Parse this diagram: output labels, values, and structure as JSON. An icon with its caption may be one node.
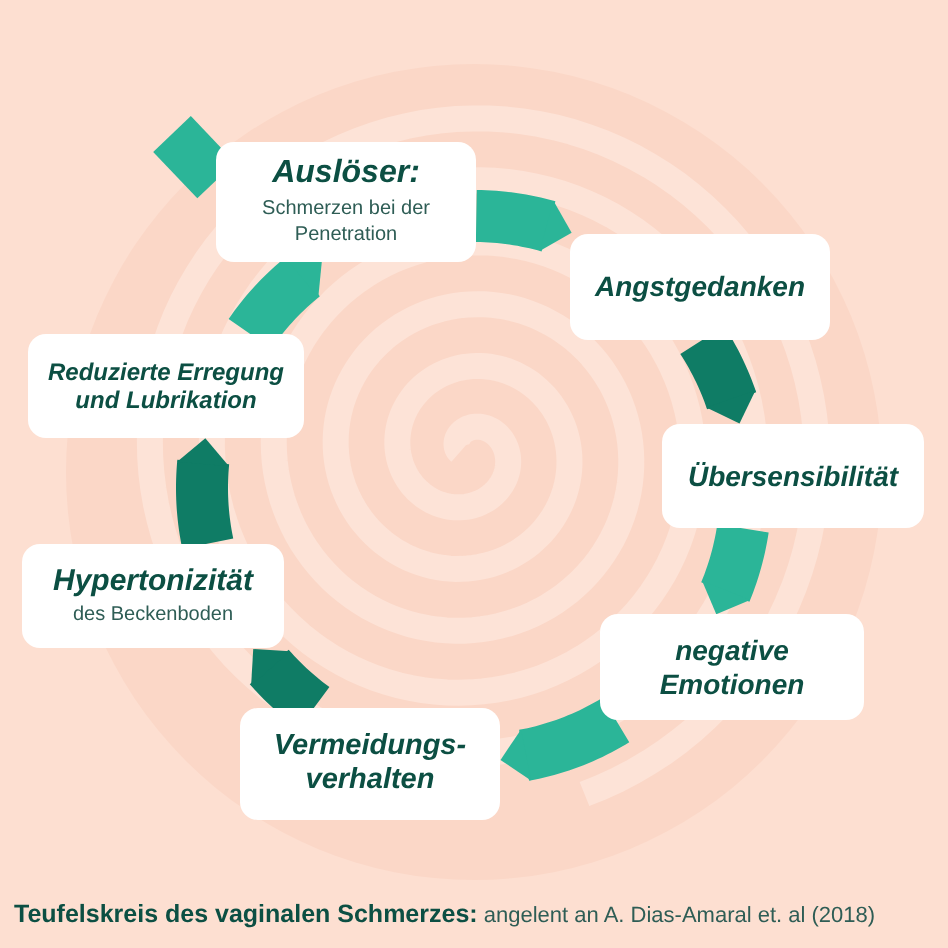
{
  "diagram": {
    "caption": "**Teufelskreis des vaginalen Schmerzes:** angelent an A. Dias-Amaral et. al (2018)",
    "nodes": [
      {
        "text": [
          "Auslöser:",
          "Schmerzen bei der Penetration"
        ]
      },
      {
        "text": [
          "Angstgedanken"
        ]
      },
      {
        "text": [
          "Übersensibilität"
        ]
      },
      {
        "text": [
          "negative Emotionen"
        ]
      },
      {
        "text": [
          "Vermeidungs- verhalten"
        ]
      },
      {
        "text": [
          "Hypertonizität",
          "des Beckenboden"
        ]
      },
      {
        "text": [
          "Reduzierte Erregung und Lubrikation"
        ]
      }
    ],
    "edges": [
      {
        "from": 0,
        "to": 1,
        "arrow": "to"
      },
      {
        "from": 1,
        "to": 2,
        "arrow": "to",
        "color": "#0f7c65"
      },
      {
        "from": 2,
        "to": 3,
        "arrow": "to"
      },
      {
        "from": 3,
        "to": 4,
        "arrow": "to"
      },
      {
        "from": 4,
        "to": 5,
        "arrow": "to",
        "color": "#0f7c65"
      },
      {
        "from": 5,
        "to": 6,
        "arrow": "to",
        "color": "#0f7c65"
      },
      {
        "from": 6,
        "to": 0,
        "arrow": "to"
      },
      {
        "from": null,
        "to": 0,
        "arrow": "none"
      }
    ]
  }
}
